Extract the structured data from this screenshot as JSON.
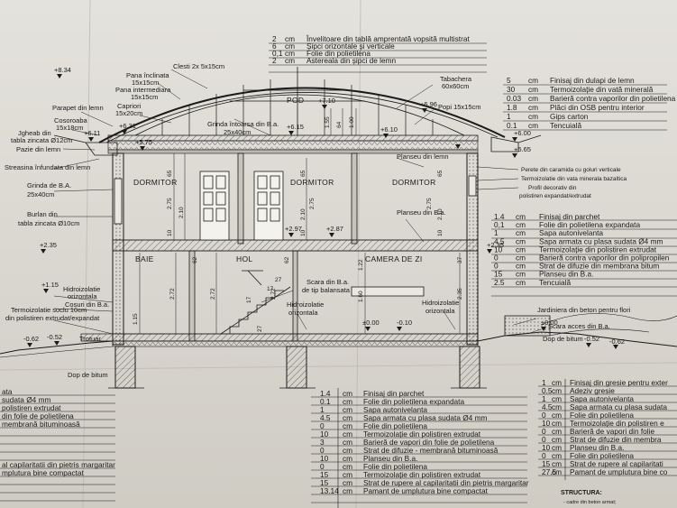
{
  "roof_layers": [
    {
      "thick": "2",
      "unit": "cm",
      "desc": "Învelitoare din tablă amprentată vopsită multistrat"
    },
    {
      "thick": "6",
      "unit": "cm",
      "desc": "Șipci orizontale și verticale"
    },
    {
      "thick": "0,1",
      "unit": "cm",
      "desc": "Folie din polietilena"
    },
    {
      "thick": "2",
      "unit": "cm",
      "desc": "Astereala din șipci de lemn"
    }
  ],
  "ceiling_layers": [
    {
      "thick": "5",
      "unit": "cm",
      "desc": "Finisaj din dulapi de lemn"
    },
    {
      "thick": "30",
      "unit": "cm",
      "desc": "Termoizolație din vată minerală"
    },
    {
      "thick": "0.03",
      "unit": "cm",
      "desc": "Barieră contra vaporilor din polietilena"
    },
    {
      "thick": "1.8",
      "unit": "cm",
      "desc": "Plăci din OSB pentru interior"
    },
    {
      "thick": "1",
      "unit": "cm",
      "desc": "Gips carton"
    },
    {
      "thick": "0.1",
      "unit": "cm",
      "desc": "Tencuială"
    }
  ],
  "floor_right_layers": [
    {
      "thick": "1.4",
      "unit": "cm",
      "desc": "Finisaj din parchet"
    },
    {
      "thick": "0,1",
      "unit": "cm",
      "desc": "Folie din polietilena expandata"
    },
    {
      "thick": "1",
      "unit": "cm",
      "desc": "Sapa autonivelanta"
    },
    {
      "thick": "4,5",
      "unit": "cm",
      "desc": "Sapa armata cu plasa sudata Ø4 mm"
    },
    {
      "thick": "10",
      "unit": "cm",
      "desc": "Termoizolație din polistiren extrudat"
    },
    {
      "thick": "0",
      "unit": "cm",
      "desc": "Barieră contra vaporilor din polipropilen"
    },
    {
      "thick": "0",
      "unit": "cm",
      "desc": "Strat de difuzie din membrana bitum"
    },
    {
      "thick": "15",
      "unit": "cm",
      "desc": "Planseu din B.a."
    },
    {
      "thick": "2.5",
      "unit": "cm",
      "desc": "Tencuială"
    }
  ],
  "ground_center_layers": [
    {
      "thick": "1.4",
      "unit": "cm",
      "desc": "Finisaj din parchet"
    },
    {
      "thick": "0.1",
      "unit": "cm",
      "desc": "Folie din polietilena expandata"
    },
    {
      "thick": "1",
      "unit": "cm",
      "desc": "Sapa autonivelanta"
    },
    {
      "thick": "4.5",
      "unit": "cm",
      "desc": "Sapa armata cu plasa sudata Ø4 mm"
    },
    {
      "thick": "0",
      "unit": "cm",
      "desc": "Folie din polietilena"
    },
    {
      "thick": "10",
      "unit": "cm",
      "desc": "Termoizolație din polistiren extrudat"
    },
    {
      "thick": "3",
      "unit": "cm",
      "desc": "Barieră de vapori din folie de polietilena"
    },
    {
      "thick": "0",
      "unit": "cm",
      "desc": "Strat de difuzie - membrană bituminoasă"
    },
    {
      "thick": "10",
      "unit": "cm",
      "desc": "Planseu din B.a."
    },
    {
      "thick": "0",
      "unit": "cm",
      "desc": "Folie din polietilena"
    },
    {
      "thick": "15",
      "unit": "cm",
      "desc": "Termoizolație din polistiren extrudat"
    },
    {
      "thick": "15",
      "unit": "cm",
      "desc": "Strat de rupere al capilaritatii din pietris margaritar"
    },
    {
      "thick": "13.14",
      "unit": "cm",
      "desc": "Pamant de umplutura bine compactat"
    }
  ],
  "ground_left_layers": [
    "ata",
    "sudata Ø4 mm",
    "polistiren extrudat",
    "din folie de polietilena",
    "membrană bituminoasă",
    "",
    "",
    "",
    "al capilaritatii din pietris margaritar",
    "mplutura bine compactat"
  ],
  "ground_right_layers": [
    {
      "thick": "1",
      "unit": "cm",
      "desc": "Finisaj din gresie pentru exter"
    },
    {
      "thick": "0.5",
      "unit": "cm",
      "desc": "Adeziv gresie"
    },
    {
      "thick": "1",
      "unit": "cm",
      "desc": "Sapa autonivelanta"
    },
    {
      "thick": "4.5",
      "unit": "cm",
      "desc": "Sapa armata cu plasa sudata"
    },
    {
      "thick": "0",
      "unit": "cm",
      "desc": "Folie din polietilena"
    },
    {
      "thick": "10",
      "unit": "cm",
      "desc": "Termoizolație din polistiren e"
    },
    {
      "thick": "0",
      "unit": "cm",
      "desc": "Barieră de vapori din folie"
    },
    {
      "thick": "0",
      "unit": "cm",
      "desc": "Strat de difuzie din membra"
    },
    {
      "thick": "10",
      "unit": "cm",
      "desc": "Planseu din B.a."
    },
    {
      "thick": "0",
      "unit": "cm",
      "desc": "Folie din polietilena"
    },
    {
      "thick": "15",
      "unit": "cm",
      "desc": "Strat de rupere al capilaritati"
    },
    {
      "thick": "27.5",
      "unit": "cm",
      "desc": "Pamant de umplutura bine co"
    }
  ],
  "structure_note": {
    "title": "STRUCTURA:",
    "line": "- cadre din beton armat;"
  },
  "rooms": {
    "dormitor_left": "DORMITOR",
    "dormitor_mid": "DORMITOR",
    "dormitor_right": "DORMITOR",
    "pod": "POD",
    "baie": "BAIE",
    "hol": "HOL",
    "camera": "CAMERA DE ZI"
  },
  "callouts": {
    "clesti": "Clesti 2x 5x15cm",
    "pana_inclinata": "Pana înclinata",
    "pana_inclinata_dim": "15x15cm",
    "pana_intermediara": "Pana intermediara",
    "pana_intermediara_dim": "15x15cm",
    "capriori": "Capriori",
    "capriori_dim": "15x20cm",
    "parapet": "Parapet din lemn",
    "cosoroaba": "Cosoroaba",
    "cosoroaba_dim": "15x18cm",
    "jgheab": "Jgheab din",
    "jgheab_2": "tabla zincata Ø12cm",
    "pazie": "Pazie din lemn",
    "streasina": "Streasina înfundata din lemn",
    "grinda_ba": "Grinda de B.A.",
    "grinda_ba_dim": "25x40cm",
    "burlan": "Burlan din",
    "burlan_2": "tabla zincata Ø10cm",
    "grinda_intoarsa": "Grinda întoarsa din B.a.",
    "grinda_intoarsa_dim": "25x40cm",
    "tabachera": "Tabachera",
    "tabachera_dim": "60x60cm",
    "popi": "Popi 15x15cm",
    "planseu_lemn": "Planseu din lemn",
    "perete": "Perete din caramida cu goluri verticale",
    "termo_vata": "Termoizolatie din vata minerala bazaltica",
    "profil": "Profil decorativ din",
    "profil_2": "polistiren expandat/extrudat",
    "planseu_ba": "Planseu din B.a.",
    "hidro_1": "Hidroizolatie",
    "hidro_1b": "orizontala",
    "cosuri": "Cosuri din B.a.",
    "termo_soclu": "Termoizolatie soclu 10cm",
    "termo_soclu_2": "din polistiren extrudat/expandat",
    "trotuar": "Trotuar",
    "dop_bitum_left": "Dop de bitum",
    "scara": "Scara din B.a.",
    "scara_2": "de tip balansata",
    "hidro_2": "Hidroizolatie",
    "hidro_2b": "orizontala",
    "hidro_3": "Hidroizolatie",
    "hidro_3b": "orizontala",
    "jardiniera": "Jardiniera din beton pentru flori",
    "scara_acces": "Scara acces din B.a.",
    "dop_bitum_right": "Dop de bitum"
  },
  "levels": {
    "l834": "+8.34",
    "l710": "+7.10",
    "l696": "+6.96",
    "l611": "+6.11",
    "l631": "+6.31",
    "l615": "+6.15",
    "l610": "+6.10",
    "l575": "+5.75",
    "l600": "+6.00",
    "l565": "+5.65",
    "l297": "+2.97",
    "l287": "+2.87",
    "l235a": "+2.35",
    "l235b": "+2.35",
    "l115": "+1.15",
    "l000a": "±0.00",
    "l000b": "±0.00",
    "m010": "-0.10",
    "m062a": "-0.62",
    "m062b": "-0.62",
    "m052a": "-0.52",
    "m052b": "-0.52",
    "m062c": "-0.62"
  },
  "dims": {
    "d275a": "2.75",
    "d275b": "2.75",
    "d275c": "2.75",
    "d210a": "2.10",
    "d210b": "2.10",
    "d210c": "2.10",
    "d65a": "65",
    "d65b": "65",
    "d65c": "65",
    "d10a": "10",
    "d10b": "10",
    "d10c": "10",
    "d272a": "2.72",
    "d272b": "2.72",
    "d272c": "2.72",
    "d122": "1.22",
    "d160": "1.60",
    "d235": "2.35",
    "d115": "1.15",
    "d62a": "62",
    "d62b": "62",
    "d37": "37",
    "d100": "1.00",
    "d155": "1.55",
    "d64": "64",
    "s17a": "17",
    "s17b": "17",
    "s27a": "27",
    "s27b": "27"
  }
}
